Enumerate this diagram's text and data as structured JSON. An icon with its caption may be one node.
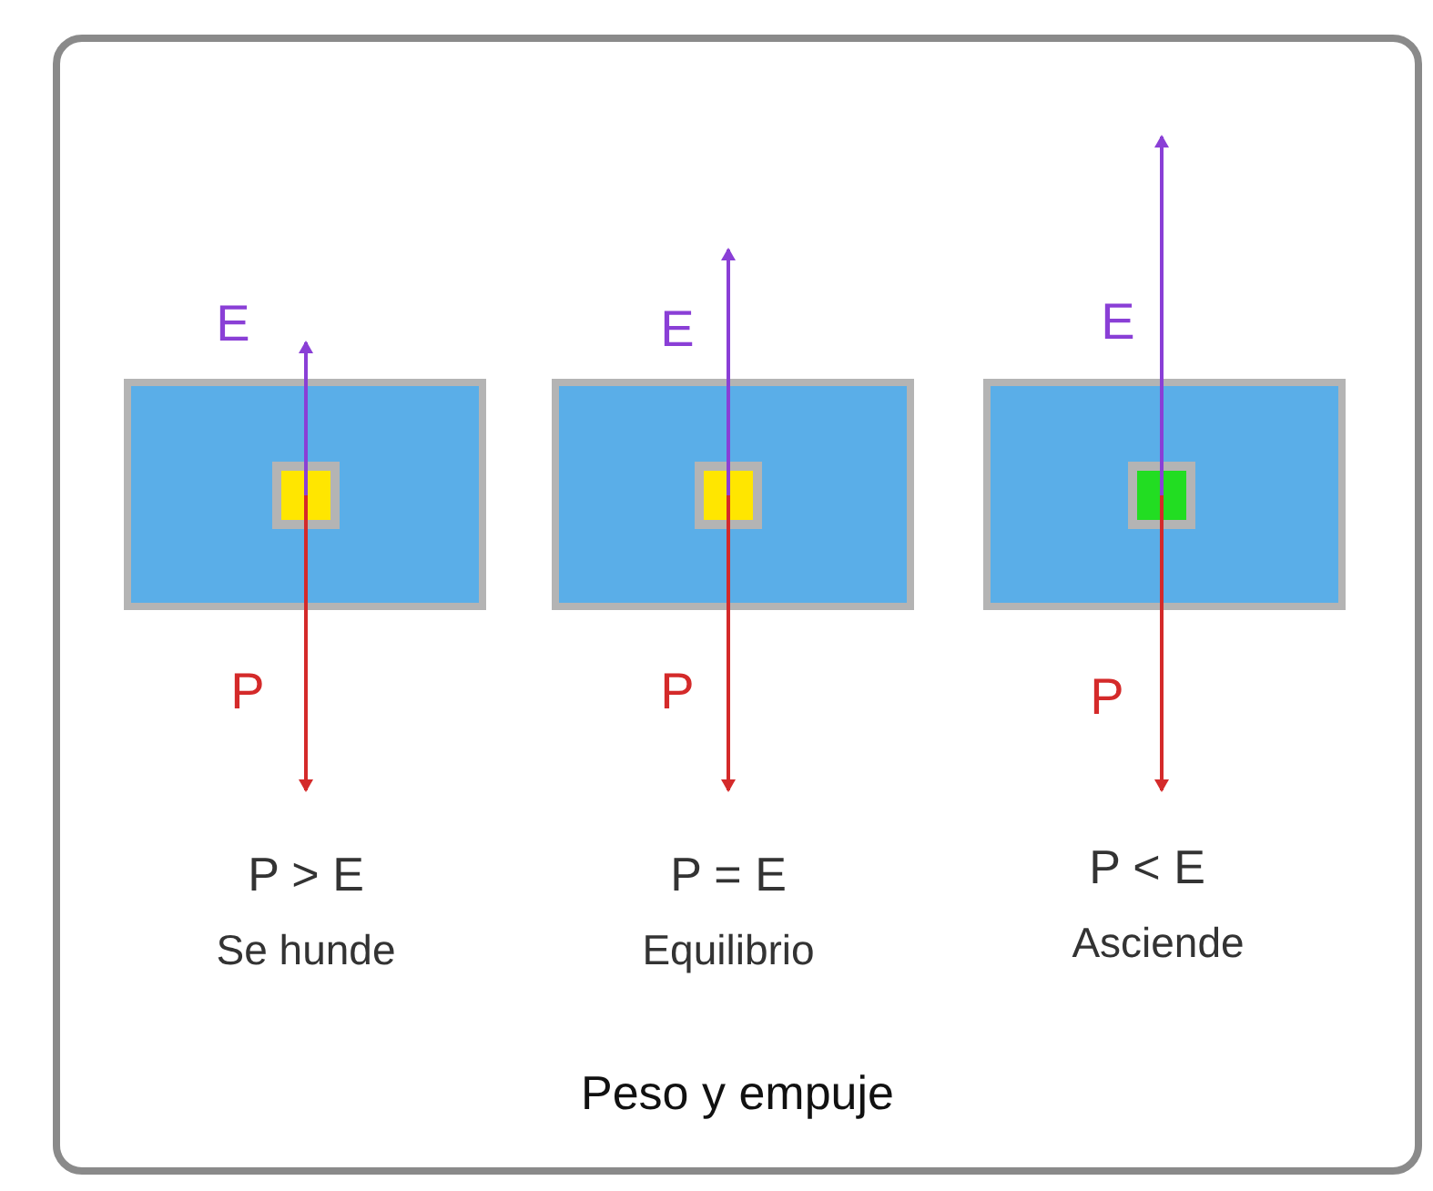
{
  "diagram": {
    "caption": "Peso y empuje",
    "labels": [
      "E",
      "E",
      "E",
      "P",
      "P",
      "P",
      "P > E",
      "P = E",
      "P < E",
      "Se hunde",
      "Equilibrio",
      "Asciende"
    ]
  }
}
